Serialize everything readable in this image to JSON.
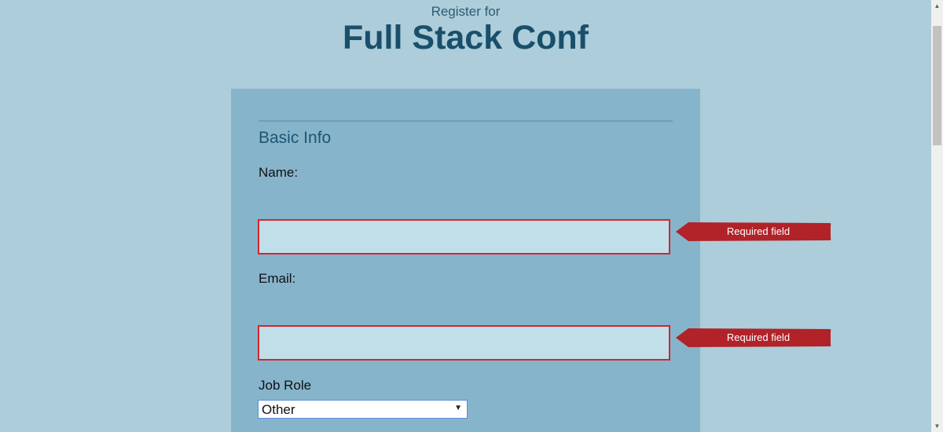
{
  "header": {
    "subtitle": "Register for",
    "title": "Full Stack Conf"
  },
  "form": {
    "section_title": "Basic Info",
    "name_label": "Name:",
    "name_value": "",
    "name_error": "Required field",
    "email_label": "Email:",
    "email_value": "",
    "email_error": "Required field",
    "job_role_label": "Job Role",
    "job_role_selected": "Other"
  },
  "colors": {
    "page_background": "#accdd9",
    "panel_background": "#86b4cb",
    "input_background": "#c1dfe9",
    "error_red": "#b12229",
    "title_color": "#1a4f6b"
  },
  "icons": {
    "select_arrow": "chevron-down-icon",
    "scroll_up": "scroll-up-arrow-icon",
    "scroll_down": "scroll-down-arrow-icon"
  }
}
